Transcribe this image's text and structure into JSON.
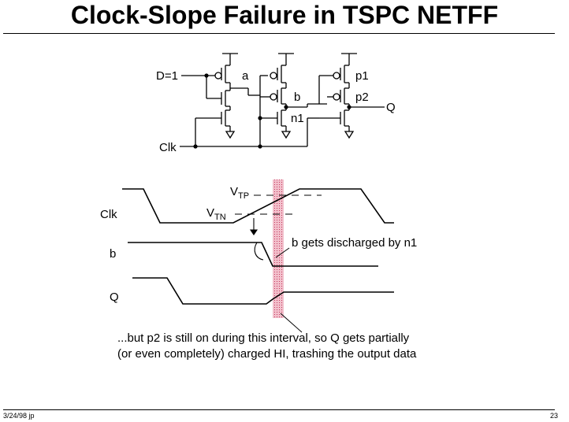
{
  "title": "Clock-Slope Failure in TSPC NETFF",
  "circuit": {
    "input_label": "D=1",
    "clock_label": "Clk",
    "node_a": "a",
    "node_b": "b",
    "node_n1": "n1",
    "node_p1": "p1",
    "node_p2": "p2",
    "output_label": "Q"
  },
  "waveforms": {
    "clk_label": "Clk",
    "b_label": "b",
    "q_label": "Q",
    "vtp_main": "V",
    "vtp_sub": "TP",
    "vtn_main": "V",
    "vtn_sub": "TN",
    "b_annotation": "b gets discharged by n1",
    "q_annotation_line1": "...but p2 is still on during this interval, so Q gets partially",
    "q_annotation_line2": "(or even completely) charged HI, trashing the output data",
    "highlight_color": "#d9567a"
  },
  "footer": {
    "left": "3/24/98 jp",
    "right": "23"
  }
}
